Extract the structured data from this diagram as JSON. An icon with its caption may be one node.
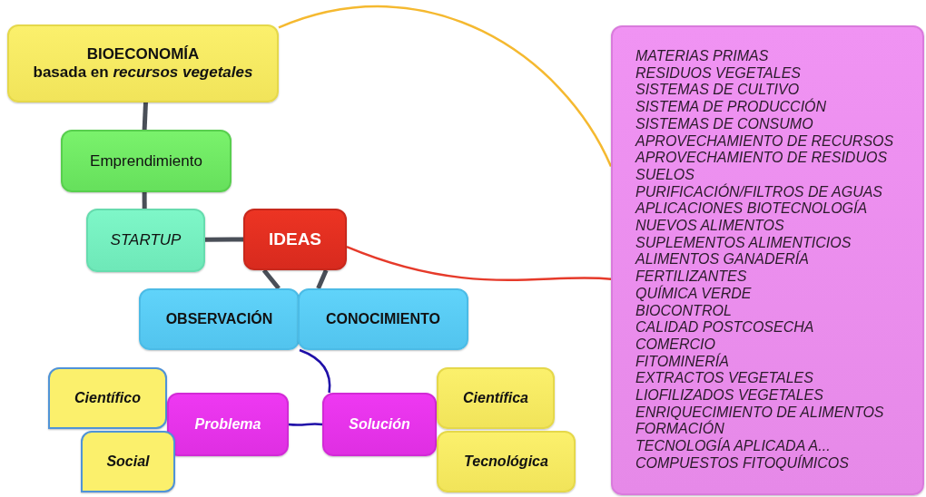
{
  "diagram": {
    "nodes": [
      {
        "text": [
          "BIOECONOMÍA",
          "basada en *recursos vegetales*"
        ]
      },
      {
        "text": [
          "Emprendimiento"
        ]
      },
      {
        "text": [
          "STARTUP"
        ]
      },
      {
        "text": [
          "IDEAS"
        ]
      },
      {
        "text": [
          "OBSERVACIÓN"
        ]
      },
      {
        "text": [
          "CONOCIMIENTO"
        ]
      },
      {
        "text": [
          "Científico"
        ]
      },
      {
        "text": [
          "Problema"
        ]
      },
      {
        "text": [
          "Social"
        ]
      },
      {
        "text": [
          "Solución"
        ]
      },
      {
        "text": [
          "Científica"
        ]
      },
      {
        "text": [
          "Tecnológica"
        ]
      },
      {
        "text": [
          "MATERIAS PRIMAS",
          "RESIDUOS VEGETALES",
          "SISTEMAS DE CULTIVO",
          "SISTEMA DE PRODUCCIÓN",
          "SISTEMAS DE CONSUMO",
          "APROVECHAMIENTO DE RECURSOS",
          "APROVECHAMIENTO DE RESIDUOS",
          "SUELOS",
          "PURIFICACIÓN/FILTROS DE AGUAS",
          "APLICACIONES BIOTECNOLOGÍA",
          "NUEVOS ALIMENTOS",
          "SUPLEMENTOS ALIMENTICIOS",
          "ALIMENTOS GANADERÍA",
          "FERTILIZANTES",
          "QUÍMICA VERDE",
          "BIOCONTROL",
          "CALIDAD POSTCOSECHA",
          "COMERCIO",
          "FITOMINERÍA",
          "EXTRACTOS VEGETALES",
          "LIOFILIZADOS VEGETALES",
          "ENRIQUECIMIENTO DE ALIMENTOS",
          "FORMACIÓN",
          "TECNOLOGÍA APLICADA A...",
          "COMPUESTOS FITOQUÍMICOS"
        ]
      }
    ],
    "edges": [
      {
        "from": 0,
        "to": 1,
        "arrow": "none"
      },
      {
        "from": 1,
        "to": 2,
        "arrow": "none"
      },
      {
        "from": 3,
        "to": 2,
        "arrow": "none"
      },
      {
        "from": 3,
        "to": 4,
        "arrow": "none"
      },
      {
        "from": 3,
        "to": 5,
        "arrow": "none"
      },
      {
        "from": 0,
        "to": 12,
        "arrow": "none",
        "color": "#f5b930"
      },
      {
        "from": 3,
        "to": 12,
        "arrow": "none",
        "color": "#e63a2a"
      },
      {
        "from": 4,
        "to": 9,
        "arrow": "none",
        "color": "#1f0fa8"
      },
      {
        "from": 9,
        "to": 7,
        "arrow": "none",
        "color": "#1f0fa8"
      }
    ]
  }
}
